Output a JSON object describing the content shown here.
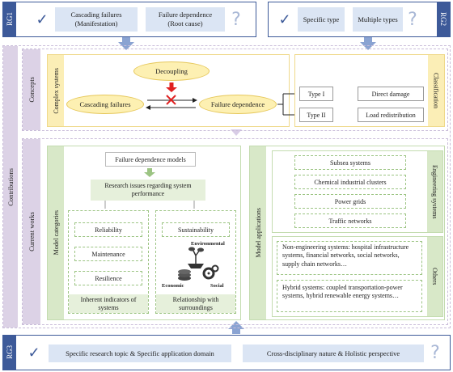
{
  "rg1": {
    "tab": "RG1",
    "items": [
      "Cascading failures (Manifestation)",
      "Failure dependence (Root cause)"
    ],
    "question": "?"
  },
  "rg2": {
    "tab": "RG2",
    "items": [
      "Specific type",
      "Multiple types"
    ],
    "question": "?"
  },
  "rg3": {
    "tab": "RG3",
    "items": [
      "Specific research topic & Specific application domain",
      "Cross-disciplinary nature & Holistic perspective"
    ],
    "question": "?"
  },
  "contributions_label": "Contributions",
  "concepts": {
    "label": "Concepts",
    "complex_systems_label": "Complex systems",
    "decoupling": "Decoupling",
    "cascading_failures": "Cascading failures",
    "failure_dependence": "Failure dependence",
    "classification_label": "Classification",
    "type1": "Type I",
    "type2": "Type II",
    "direct_damage": "Direct damage",
    "load_redistribution": "Load redistribution"
  },
  "current_works": {
    "label": "Current works",
    "model_categories_label": "Model categories",
    "failure_dependence_models": "Failure dependence models",
    "research_issues": "Research issues regarding system performance",
    "reliability": "Reliability",
    "maintenance": "Maintenance",
    "resilience": "Resilience",
    "inherent_indicators": "Inherent indicators of systems",
    "sustainability": "Sustainability",
    "environmental": "Environmental",
    "economic": "Economic",
    "social": "Social",
    "relationship": "Relationship with surroundings",
    "model_applications_label": "Model applications",
    "engineering_systems_label": "Engineering systems",
    "engineering_items": [
      "Subsea systems",
      "Chemical industrial clusters",
      "Power grids",
      "Traffic networks"
    ],
    "others_label": "Others",
    "non_engineering": "Non-engineering systems: hospital infrastructure systems, financial networks, social networks, supply chain networks…",
    "hybrid": "Hybrid systems: coupled transportation-power systems, hybrid renewable energy systems…"
  },
  "colors": {
    "rg_blue": "#3d5a99",
    "lilac": "#dcd2e6",
    "yellow": "#fdf0b2",
    "green": "#d8e8c8",
    "red_arrow": "#e02020"
  }
}
